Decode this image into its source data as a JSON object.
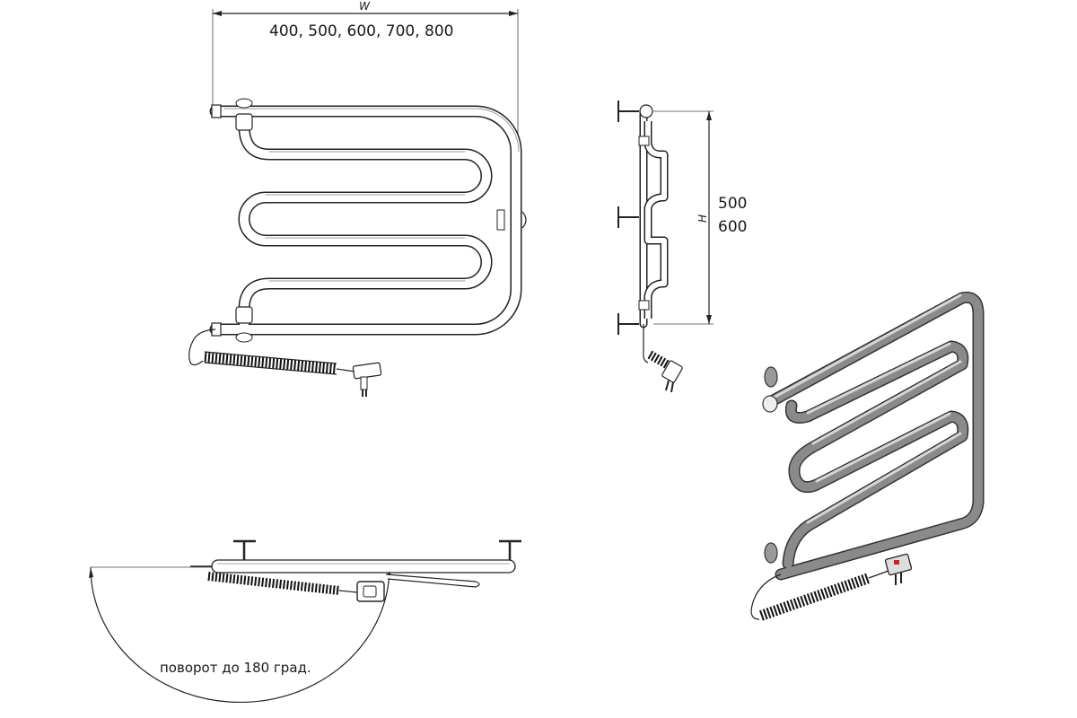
{
  "dimensions": {
    "width_symbol": "W",
    "width_values": "400, 500, 600, 700, 800",
    "height_symbol": "H",
    "height_values": [
      "500",
      "600"
    ]
  },
  "top_view": {
    "rotation_note": "поворот до 180 град."
  },
  "colors": {
    "line": "#222222",
    "pipe_fill": "#ffffff",
    "iso_metal": "#8a8a8a",
    "indicator_red": "#cc2222"
  }
}
